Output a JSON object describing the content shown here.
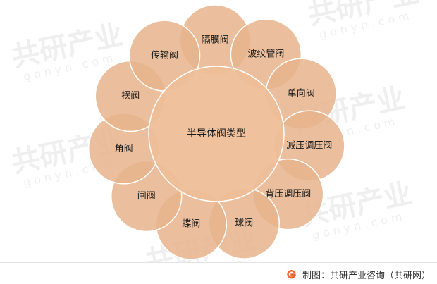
{
  "colors": {
    "circle_fill": "#E8B48C",
    "circle_stroke": "#ffffff",
    "center_fill": "#EEBE98",
    "text": "#1a1a1a",
    "watermark": "#dcdcdc",
    "logo_accent": "#F0642D"
  },
  "diagram": {
    "center_label": "半导体阀类型",
    "nodes": [
      {
        "label": "隔膜阀"
      },
      {
        "label": "波纹管阀"
      },
      {
        "label": "单向阀"
      },
      {
        "label": "减压调压阀"
      },
      {
        "label": "背压调压阀"
      },
      {
        "label": "球阀"
      },
      {
        "label": "蝶阀"
      },
      {
        "label": "闸阀"
      },
      {
        "label": "角阀"
      },
      {
        "label": "摆阀"
      },
      {
        "label": "传输阀"
      }
    ]
  },
  "watermark": {
    "text": "共研产业",
    "url_text": "g o n y n . c o m"
  },
  "footer": {
    "credit": "制图：共研产业咨询（共研网）",
    "logo_icon": "gonyn-logo-icon"
  }
}
